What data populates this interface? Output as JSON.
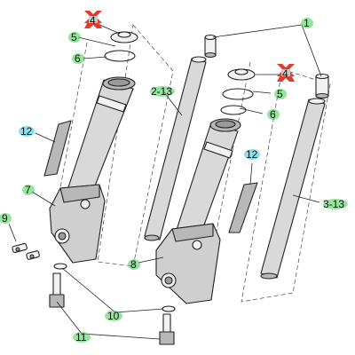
{
  "callouts": {
    "c1": "1",
    "c2": "2-13",
    "c3": "3-13",
    "c4a": "4",
    "c4b": "4",
    "c5a": "5",
    "c5b": "5",
    "c6a": "6",
    "c6b": "6",
    "c7": "7",
    "c8": "8",
    "c9": "9",
    "c10": "10",
    "c11": "11",
    "c12a": "12",
    "c12b": "12"
  },
  "colors": {
    "highlight_green": "#3ccf4e",
    "highlight_cyan": "#33c3e0",
    "highlight_red": "#e23a2c"
  },
  "icons": {
    "warning_marker": "red-x-marker-icon"
  }
}
